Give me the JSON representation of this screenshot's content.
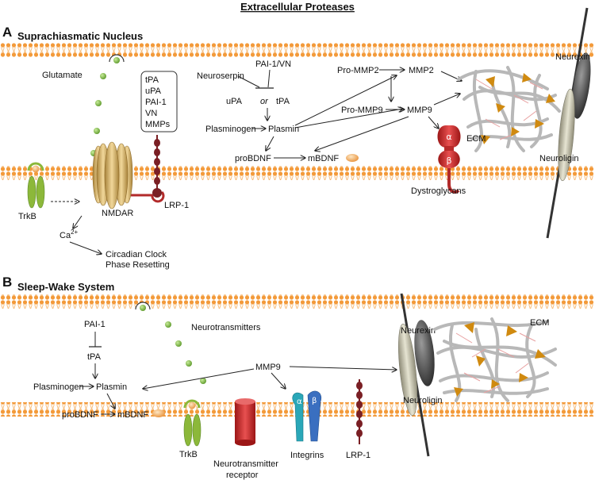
{
  "title": "Extracellular Proteases",
  "panel_a": {
    "letter": "A",
    "heading": "Suprachiasmatic Nucleus",
    "glutamate": "Glutamate",
    "box_items": [
      "tPA",
      "uPA",
      "PAI-1",
      "VN",
      "MMPs"
    ],
    "trkb": "TrkB",
    "nmdar": "NMDAR",
    "lrp1": "LRP-1",
    "ca": "Ca",
    "ca_sup": "2+",
    "circadian_1": "Circadian Clock",
    "circadian_2": "Phase Resetting",
    "neuroserpin": "Neuroserpin",
    "pai1vn": "PAI-1/VN",
    "upa": "uPA",
    "or": "or",
    "tpa": "tPA",
    "plasminogen": "Plasminogen",
    "plasmin": "Plasmin",
    "probdnf": "proBDNF",
    "mbdnf": "mBDNF",
    "pro_mmp2": "Pro-MMP2",
    "mmp2": "MMP2",
    "pro_mmp9": "Pro-MMP9",
    "mmp9": "MMP9",
    "alpha": "α",
    "beta": "β",
    "dystroglycans": "Dystroglycans",
    "ecm": "ECM",
    "neurexin": "Neurexin",
    "neuroligin": "Neuroligin"
  },
  "panel_b": {
    "letter": "B",
    "heading": "Sleep-Wake System",
    "neurotransmitters": "Neurotransmitters",
    "pai1": "PAI-1",
    "tpa": "tPA",
    "plasminogen": "Plasminogen",
    "plasmin": "Plasmin",
    "probdnf": "proBDNF",
    "mbdnf": "mBDNF",
    "mmp9": "MMP9",
    "trkb": "TrkB",
    "nt_receptor_1": "Neurotransmitter",
    "nt_receptor_2": "receptor",
    "integrins": "Integrins",
    "alpha": "α",
    "beta": "β",
    "lrp1": "LRP-1",
    "neurexin": "Neurexin",
    "neuroligin": "Neuroligin",
    "ecm": "ECM"
  },
  "colors": {
    "membrane": "#f39a3a",
    "membrane_dark": "#e07a1a",
    "receptor_green": "#8cb83a",
    "nmdar_gold": "#d8b56a",
    "lrp_maroon": "#7a1f24",
    "red_mmp": "#cc2b2b",
    "integrin_alpha": "#2aa7b8",
    "integrin_beta": "#3a6fc0",
    "dot_green": "#7ab83e",
    "ecm_grey": "#b8b8b8",
    "ecm_orange": "#d08a10"
  }
}
